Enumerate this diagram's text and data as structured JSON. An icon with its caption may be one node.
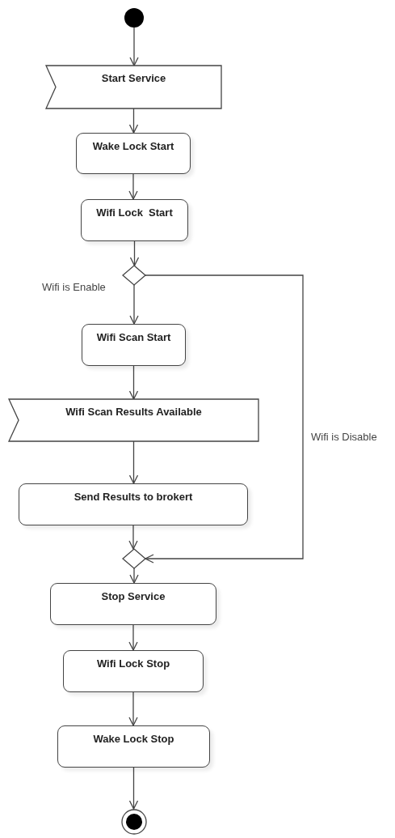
{
  "diagram": {
    "nodes": [
      {
        "text": [],
        "shape": "circle"
      },
      {
        "text": [
          "Start Service"
        ]
      },
      {
        "text": [
          "Wake Lock Start"
        ]
      },
      {
        "text": [
          "Wifi Lock  Start"
        ]
      },
      {
        "text": [],
        "shape": "diamond"
      },
      {
        "text": [
          "Wifi Scan Start"
        ]
      },
      {
        "text": [
          "Wifi Scan Results Available"
        ]
      },
      {
        "text": [
          "Send Results to brokert"
        ]
      },
      {
        "text": [],
        "shape": "diamond"
      },
      {
        "text": [
          "Stop Service"
        ]
      },
      {
        "text": [
          "Wifi Lock Stop"
        ]
      },
      {
        "text": [
          "Wake Lock Stop"
        ]
      },
      {
        "text": [],
        "shape": "target"
      }
    ],
    "edges": [
      {
        "from": 0,
        "to": 1,
        "arrow": "to"
      },
      {
        "from": 1,
        "to": 2,
        "arrow": "to"
      },
      {
        "from": 2,
        "to": 3,
        "arrow": "to"
      },
      {
        "from": 3,
        "to": 4,
        "arrow": "to"
      },
      {
        "from": 4,
        "to": 5,
        "arrow": "to",
        "label": "Wifi is Enable"
      },
      {
        "from": 5,
        "to": 6,
        "arrow": "to"
      },
      {
        "from": 6,
        "to": 7,
        "arrow": "to"
      },
      {
        "from": 7,
        "to": 8,
        "arrow": "to"
      },
      {
        "from": 4,
        "to": 8,
        "arrow": "to",
        "label": "Wifi is Disable"
      },
      {
        "from": 8,
        "to": 9,
        "arrow": "to"
      },
      {
        "from": 9,
        "to": 10,
        "arrow": "to"
      },
      {
        "from": 10,
        "to": 11,
        "arrow": "to"
      },
      {
        "from": 11,
        "to": 12,
        "arrow": "to"
      }
    ]
  }
}
